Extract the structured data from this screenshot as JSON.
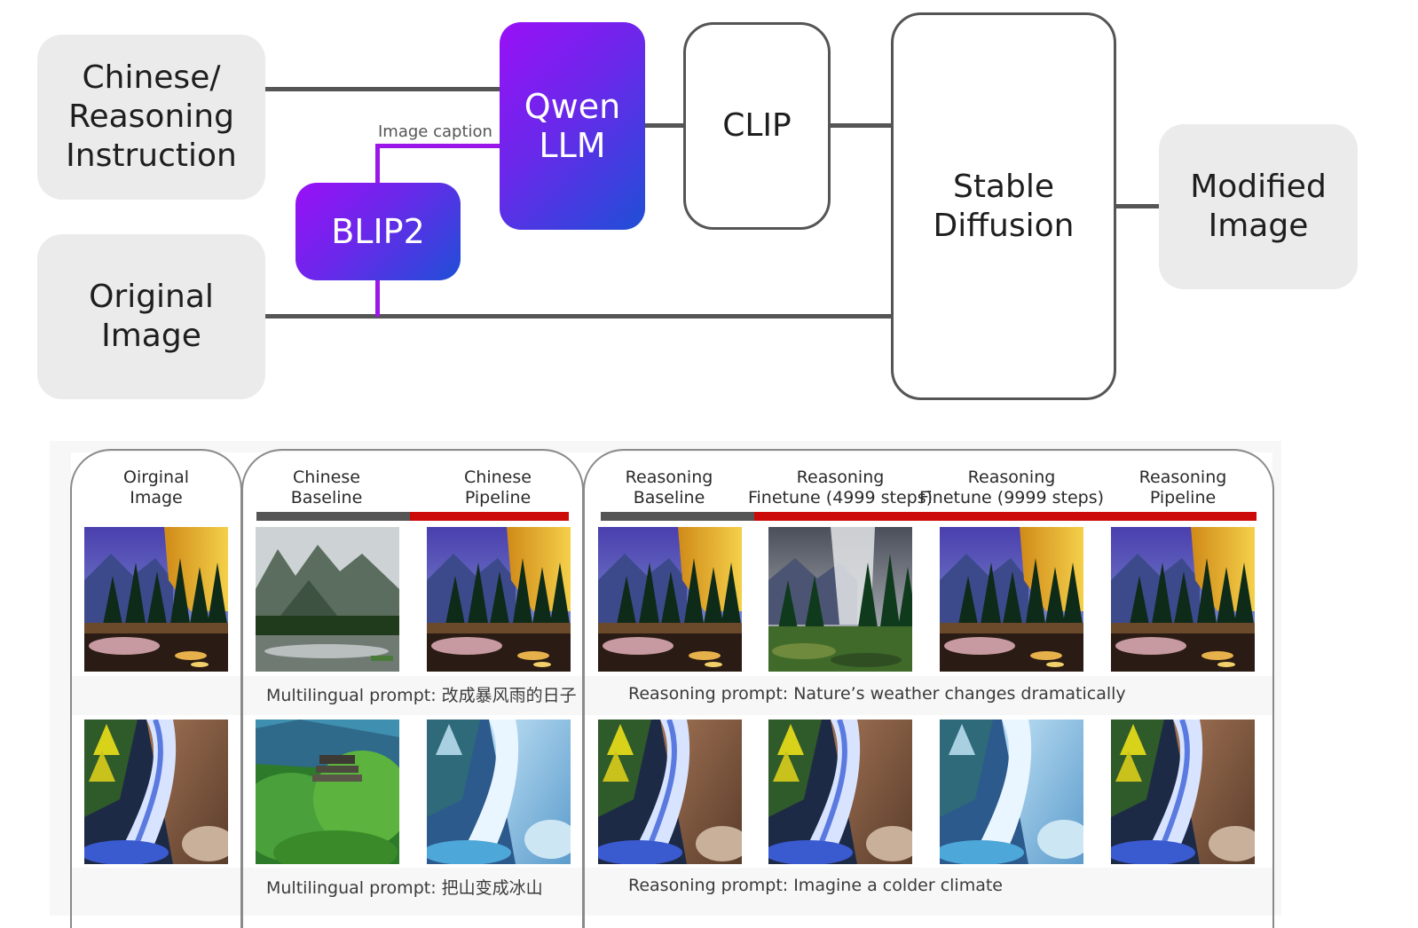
{
  "diagram": {
    "nodes": {
      "instruction": "Chinese/\nReasoning\nInstruction",
      "original_image": "Original\nImage",
      "blip2": "BLIP2",
      "qwen": "Qwen\nLLM",
      "clip": "CLIP",
      "stable_diffusion": "Stable\nDiffusion",
      "modified_image": "Modified\nImage"
    },
    "edge_label": "Image caption",
    "colors": {
      "connector": "#555555",
      "caption_connector": "#9b16e8",
      "gradient_start": "#9a10f7",
      "gradient_end": "#1f4fd6"
    }
  },
  "results": {
    "columns": [
      "Oirginal\nImage",
      "Chinese\nBaseline",
      "Chinese\nPipeline",
      "Reasoning\nBaseline",
      "Reasoning\nFinetune (4999 steps)",
      "Reasoning\nFinetune (9999 steps)",
      "Reasoning\nPipeline"
    ],
    "bar_colors": {
      "baseline": "#555555",
      "ours": "#cc0a0a"
    },
    "rows": [
      {
        "multilingual_prompt": "Multilingual prompt: 改成暴风雨的日子",
        "reasoning_prompt": "Reasoning prompt: Nature’s weather changes dramatically"
      },
      {
        "multilingual_prompt": "Multilingual prompt: 把山变成冰山",
        "reasoning_prompt": "Reasoning prompt: Imagine a colder climate"
      }
    ]
  }
}
